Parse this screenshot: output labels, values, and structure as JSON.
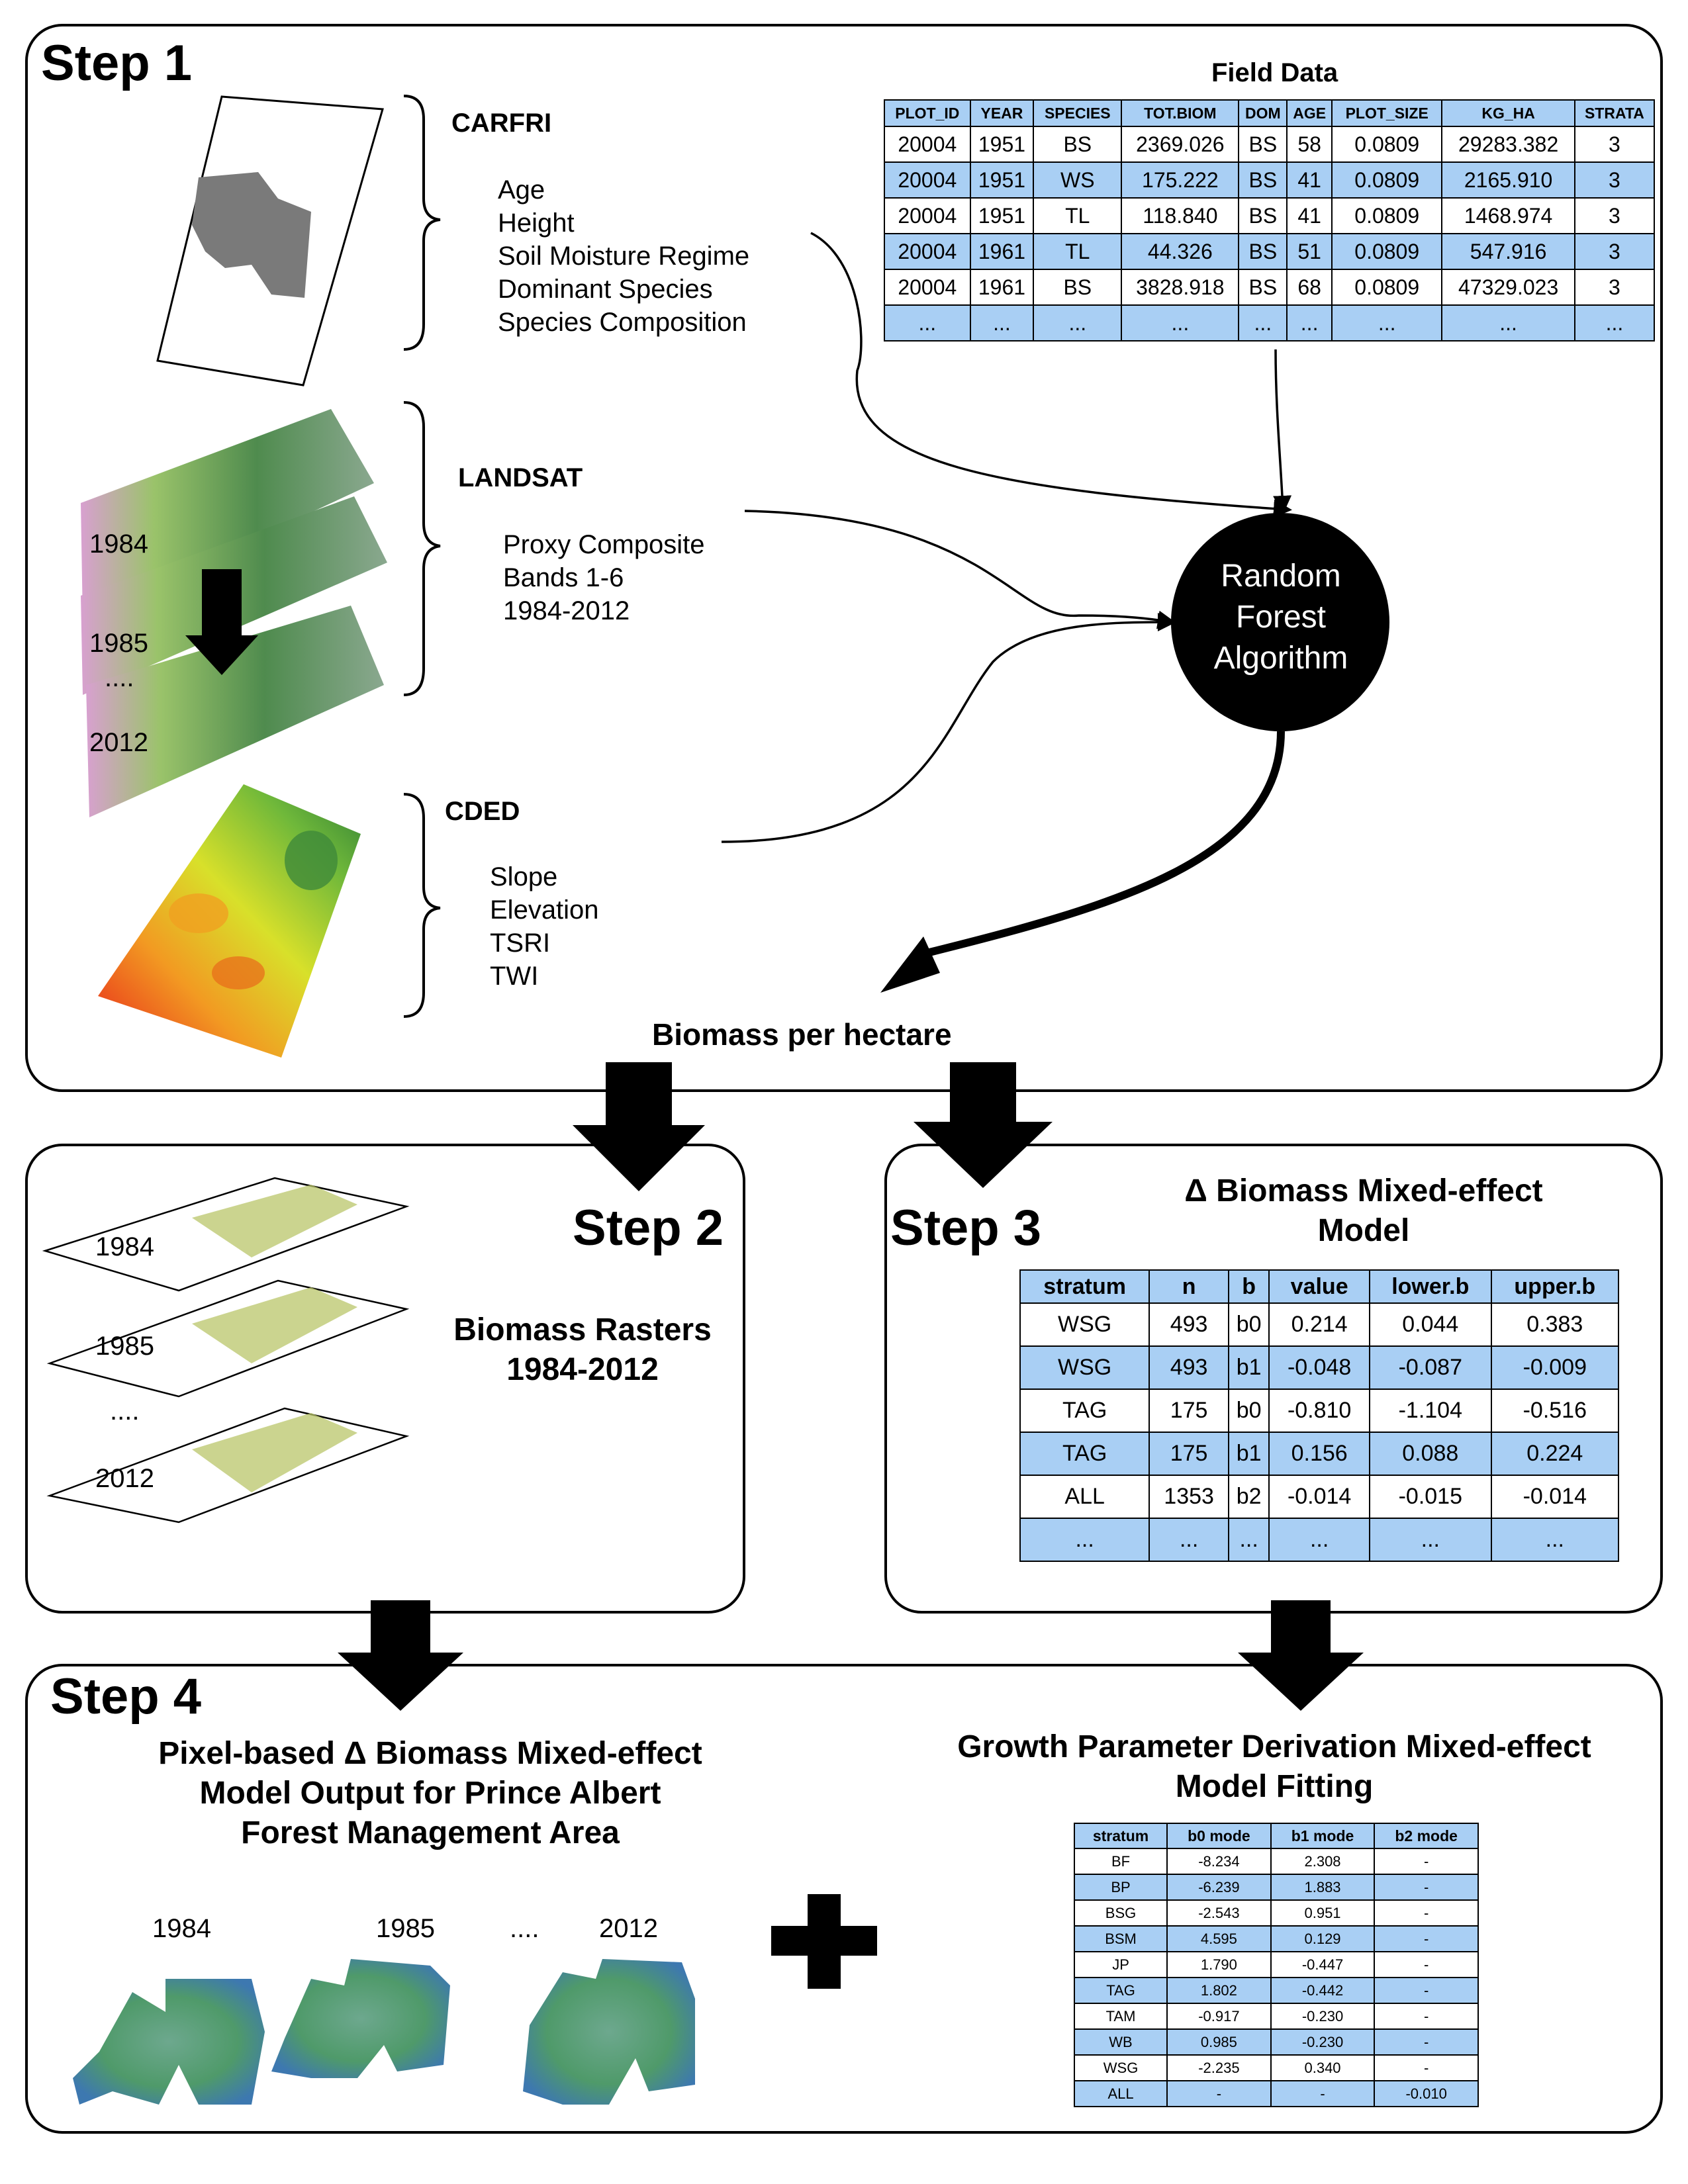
{
  "step1": {
    "label": "Step 1",
    "field_data": {
      "title": "Field Data",
      "columns": [
        "PLOT_ID",
        "YEAR",
        "SPECIES",
        "TOT.BIOM",
        "DOM",
        "AGE",
        "PLOT_SIZE",
        "KG_HA",
        "STRATA"
      ],
      "rows": [
        [
          "20004",
          "1951",
          "BS",
          "2369.026",
          "BS",
          "58",
          "0.0809",
          "29283.382",
          "3"
        ],
        [
          "20004",
          "1951",
          "WS",
          "175.222",
          "BS",
          "41",
          "0.0809",
          "2165.910",
          "3"
        ],
        [
          "20004",
          "1951",
          "TL",
          "118.840",
          "BS",
          "41",
          "0.0809",
          "1468.974",
          "3"
        ],
        [
          "20004",
          "1961",
          "TL",
          "44.326",
          "BS",
          "51",
          "0.0809",
          "547.916",
          "3"
        ],
        [
          "20004",
          "1961",
          "BS",
          "3828.918",
          "BS",
          "68",
          "0.0809",
          "47329.023",
          "3"
        ],
        [
          "...",
          "...",
          "...",
          "...",
          "...",
          "...",
          "...",
          "...",
          "..."
        ]
      ]
    },
    "carfri": {
      "title": "CARFRI",
      "items": [
        "Age",
        "Height",
        "Soil Moisture Regime",
        "Dominant Species",
        "Species Composition"
      ]
    },
    "landsat": {
      "title": "LANDSAT",
      "items": [
        "Proxy Composite",
        "Bands 1-6",
        "1984-2012"
      ],
      "years": [
        "1984",
        "1985",
        "....",
        "2012"
      ]
    },
    "cded": {
      "title": "CDED",
      "items": [
        "Slope",
        "Elevation",
        "TSRI",
        "TWI"
      ]
    },
    "rf": {
      "lines": [
        "Random",
        "Forest",
        "Algorithm"
      ]
    },
    "output": "Biomass per hectare"
  },
  "step2": {
    "label": "Step 2",
    "title_lines": [
      "Biomass Rasters",
      "1984-2012"
    ],
    "years": [
      "1984",
      "1985",
      "....",
      "2012"
    ]
  },
  "step3": {
    "label": "Step 3",
    "title_lines": [
      "Δ Biomass Mixed-effect",
      "Model"
    ],
    "columns": [
      "stratum",
      "n",
      "b",
      "value",
      "lower.b",
      "upper.b"
    ],
    "rows": [
      [
        "WSG",
        "493",
        "b0",
        "0.214",
        "0.044",
        "0.383"
      ],
      [
        "WSG",
        "493",
        "b1",
        "-0.048",
        "-0.087",
        "-0.009"
      ],
      [
        "TAG",
        "175",
        "b0",
        "-0.810",
        "-1.104",
        "-0.516"
      ],
      [
        "TAG",
        "175",
        "b1",
        "0.156",
        "0.088",
        "0.224"
      ],
      [
        "ALL",
        "1353",
        "b2",
        "-0.014",
        "-0.015",
        "-0.014"
      ],
      [
        "...",
        "...",
        "...",
        "...",
        "...",
        "..."
      ]
    ]
  },
  "step4": {
    "label": "Step 4",
    "left_title_lines": [
      "Pixel-based Δ Biomass  Mixed-effect",
      "Model Output for Prince Albert",
      "Forest Management Area"
    ],
    "years": [
      "1984",
      "1985",
      "....",
      "2012"
    ],
    "right_title_lines": [
      "Growth Parameter Derivation Mixed-effect",
      "Model Fitting"
    ],
    "growth": {
      "columns": [
        "stratum",
        "b0 mode",
        "b1 mode",
        "b2 mode"
      ],
      "rows": [
        [
          "BF",
          "-8.234",
          "2.308",
          "-"
        ],
        [
          "BP",
          "-6.239",
          "1.883",
          "-"
        ],
        [
          "BSG",
          "-2.543",
          "0.951",
          "-"
        ],
        [
          "BSM",
          "4.595",
          "0.129",
          "-"
        ],
        [
          "JP",
          "1.790",
          "-0.447",
          "-"
        ],
        [
          "TAG",
          "1.802",
          "-0.442",
          "-"
        ],
        [
          "TAM",
          "-0.917",
          "-0.230",
          "-"
        ],
        [
          "WB",
          "0.985",
          "-0.230",
          "-"
        ],
        [
          "WSG",
          "-2.235",
          "0.340",
          "-"
        ],
        [
          "ALL",
          "-",
          "-",
          "-0.010"
        ]
      ]
    }
  },
  "colors": {
    "table_blue": "#a9cff4",
    "panel_border": "#000000"
  }
}
